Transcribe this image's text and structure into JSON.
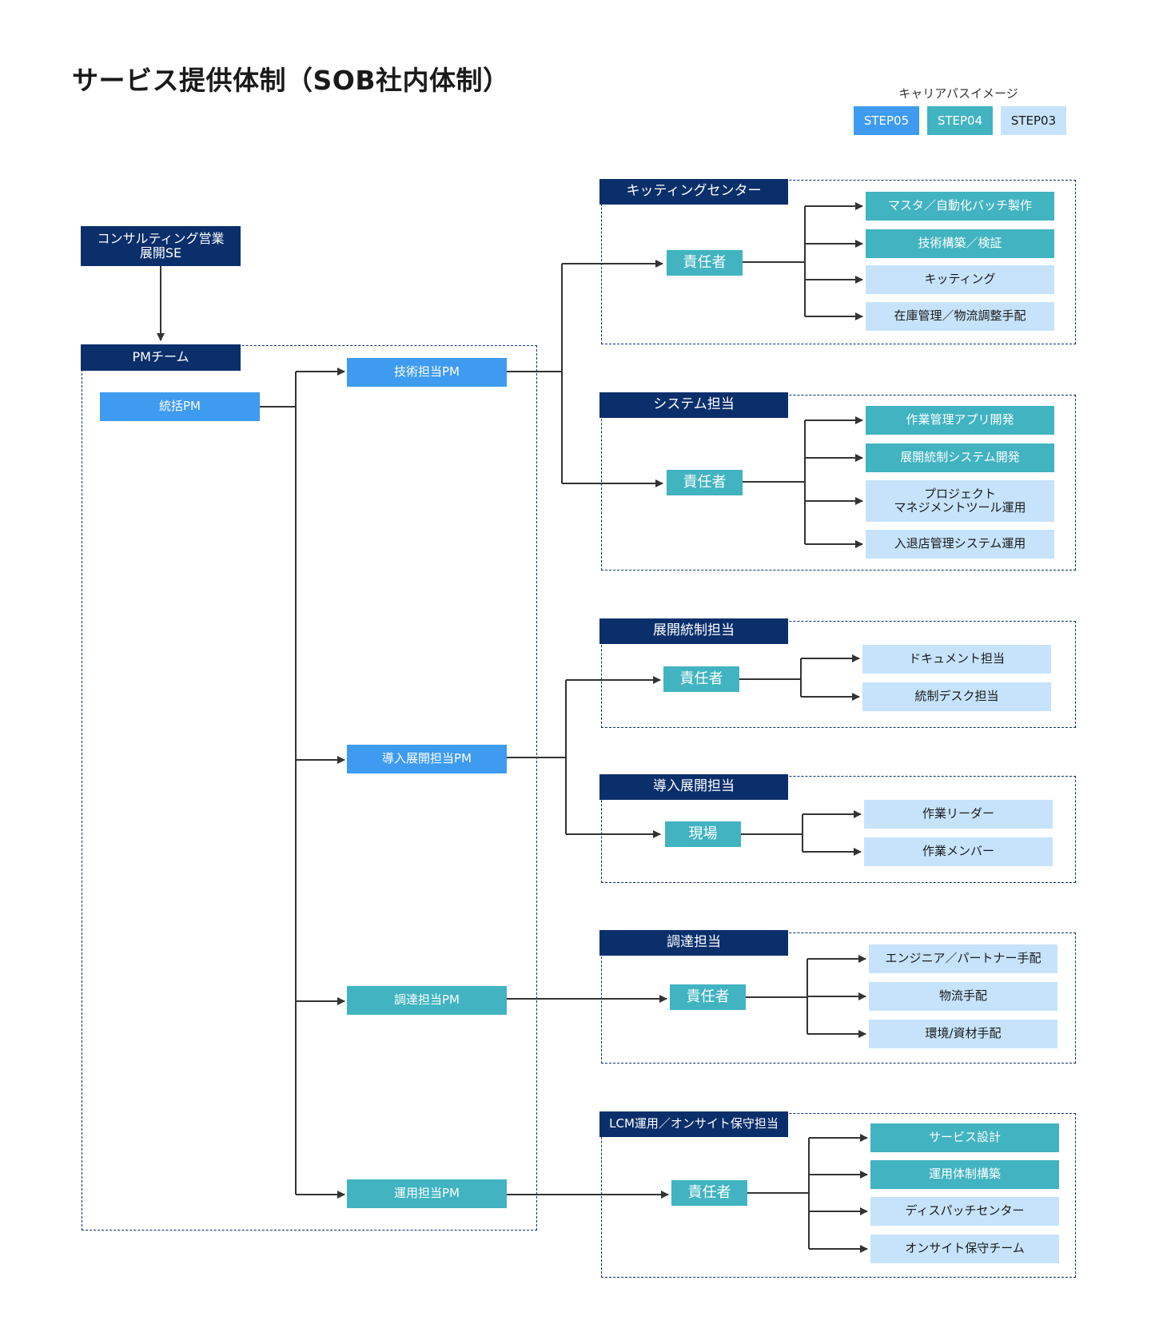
{
  "title": "サービス提供体制（SOB社内体制）",
  "colors": {
    "navy": "#0b2f6b",
    "step05": "#3e9bf0",
    "step04": "#41b3c1",
    "step03": "#c6e3fb",
    "line": "#333333"
  },
  "legend": {
    "title": "キャリアパスイメージ",
    "items": [
      "STEP05",
      "STEP04",
      "STEP03"
    ]
  },
  "top_unit": "コンサルティング営業\n展開SE",
  "pm_team": {
    "title": "PMチーム",
    "lead": "統括PM",
    "pms": [
      "技術担当PM",
      "導入展開担当PM",
      "調達担当PM",
      "運用担当PM"
    ]
  },
  "groups": [
    {
      "title": "キッティングセンター",
      "head": "責任者",
      "members": [
        "マスタ／自動化バッチ製作",
        "技術構築／検証",
        "キッティング",
        "在庫管理／物流調整手配"
      ]
    },
    {
      "title": "システム担当",
      "head": "責任者",
      "members": [
        "作業管理アプリ開発",
        "展開統制システム開発",
        "プロジェクト\nマネジメントツール運用",
        "入退店管理システム運用"
      ]
    },
    {
      "title": "展開統制担当",
      "head": "責任者",
      "members": [
        "ドキュメント担当",
        "統制デスク担当"
      ]
    },
    {
      "title": "導入展開担当",
      "head": "現場",
      "members": [
        "作業リーダー",
        "作業メンバー"
      ]
    },
    {
      "title": "調達担当",
      "head": "責任者",
      "members": [
        "エンジニア／パートナー手配",
        "物流手配",
        "環境/資材手配"
      ]
    },
    {
      "title": "LCM運用／オンサイト保守担当",
      "head": "責任者",
      "members": [
        "サービス設計",
        "運用体制構築",
        "ディスパッチセンター",
        "オンサイト保守チーム"
      ]
    }
  ]
}
